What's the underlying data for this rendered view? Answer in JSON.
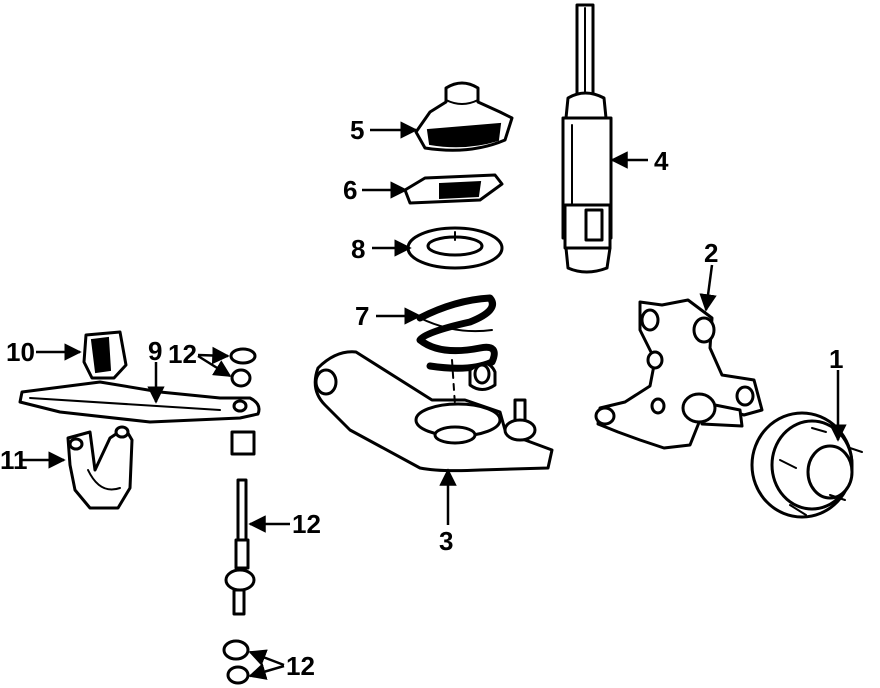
{
  "diagram": {
    "colors": {
      "ink": "#000000",
      "paper": "#ffffff"
    },
    "callouts": [
      {
        "id": "c1",
        "text": "1"
      },
      {
        "id": "c2",
        "text": "2"
      },
      {
        "id": "c3",
        "text": "3"
      },
      {
        "id": "c4",
        "text": "4"
      },
      {
        "id": "c5",
        "text": "5"
      },
      {
        "id": "c6",
        "text": "6"
      },
      {
        "id": "c7",
        "text": "7"
      },
      {
        "id": "c8",
        "text": "8"
      },
      {
        "id": "c9",
        "text": "9"
      },
      {
        "id": "c10",
        "text": "10"
      },
      {
        "id": "c11",
        "text": "11"
      },
      {
        "id": "c12a",
        "text": "12"
      },
      {
        "id": "c12b",
        "text": "12"
      },
      {
        "id": "c12c",
        "text": "12"
      }
    ]
  }
}
